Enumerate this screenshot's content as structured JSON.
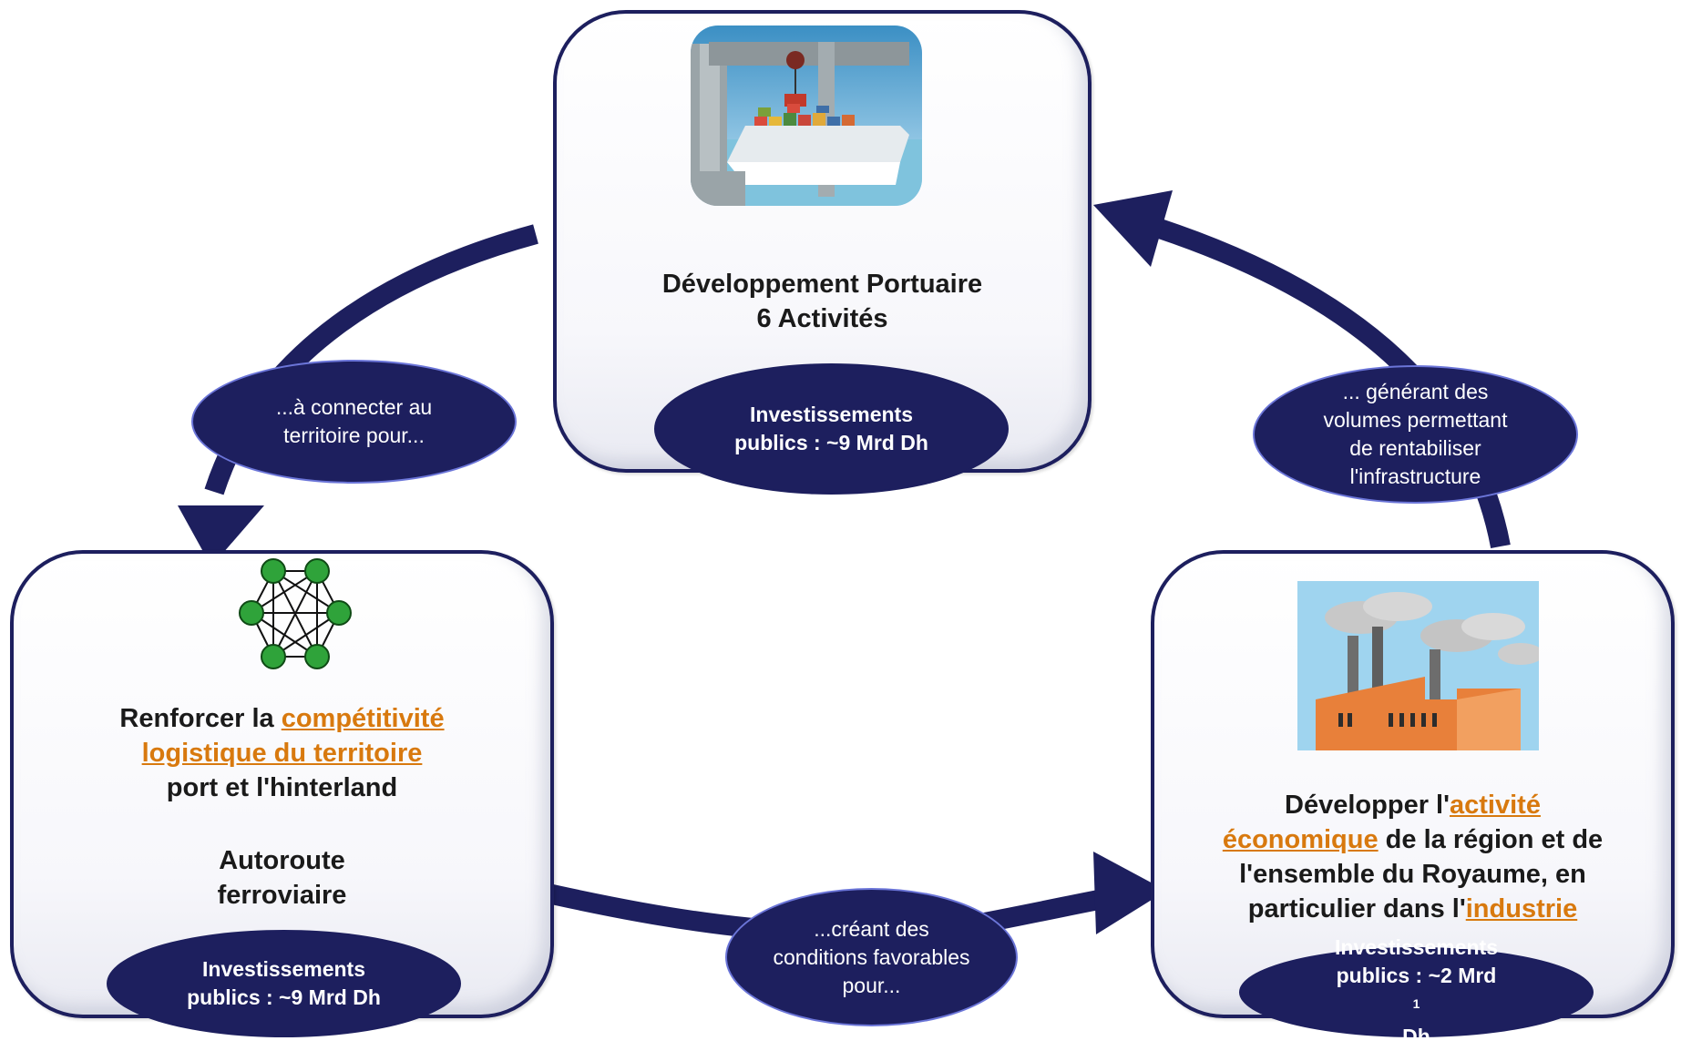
{
  "nodes": {
    "top": {
      "title_line1": "Développement Portuaire",
      "title_line2": "6 Activités",
      "invest_line1": "Investissements",
      "invest_line2": "publics : ~9 Mrd Dh",
      "image_icon": "port-container-ship-image"
    },
    "left": {
      "title_pre": "Renforcer la ",
      "title_hl1": "compétitivité",
      "title_hl2": "logistique du territoire",
      "title_line3": "port et l'hinterland",
      "sub_line1": "Autoroute",
      "sub_line2": "ferroviaire",
      "invest_line1": "Investissements",
      "invest_line2": "publics : ~9 Mrd Dh",
      "image_icon": "network-mesh-icon"
    },
    "right": {
      "t1_pre": "Développer l'",
      "t1_hl": "activité",
      "t2_hl": "économique",
      "t2_post": " de la région et de",
      "t3": "l'ensemble du Royaume, en",
      "t4_pre": "particulier dans l'",
      "t4_hl": "industrie",
      "invest_line1": "Investissements",
      "invest_line2_pre": "publics : ~2 Mrd",
      "invest_sup": "1",
      "invest_line2_post": "Dh",
      "image_icon": "factory-image"
    }
  },
  "connectors": {
    "left": {
      "line1": "...à connecter au",
      "line2": "territoire pour..."
    },
    "bottom": {
      "line1": "...créant des",
      "line2": "conditions favorables",
      "line3": "pour..."
    },
    "right": {
      "line1": "... générant des",
      "line2": "volumes permettant",
      "line3": "de rentabiliser",
      "line4": "l'infrastructure"
    }
  },
  "colors": {
    "navy": "#1d1f5e",
    "highlight": "#d8790e",
    "network_node": "#2fa33a"
  }
}
